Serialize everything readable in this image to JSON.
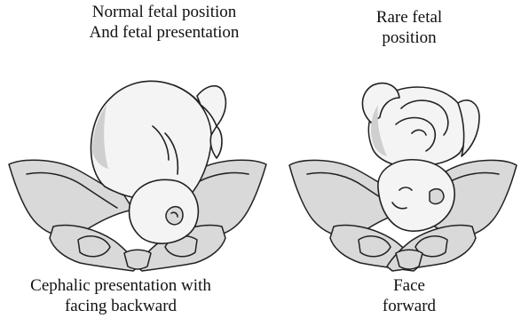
{
  "captions": {
    "top_left": "Normal fetal position\nAnd fetal presentation",
    "top_right": "Rare fetal\nposition",
    "bottom_left": "Cephalic presentation with\nfacing backward",
    "bottom_right": "Face\nforward"
  },
  "colors": {
    "bone": "#d9d9d9",
    "skin": "#f4f4f4",
    "ink": "#222222"
  }
}
